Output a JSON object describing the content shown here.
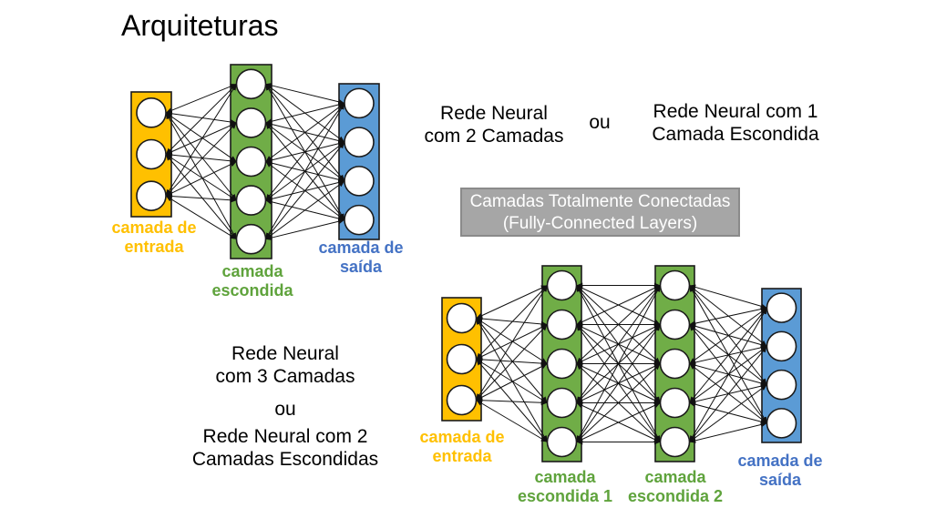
{
  "title": "Arquiteturas",
  "colors": {
    "input_fill": "#FFC000",
    "hidden_fill": "#70AD47",
    "output_fill": "#5B9BD5",
    "input_label": "#FFC000",
    "hidden_label": "#5FA33C",
    "output_label": "#4472C4",
    "connection_line": "#111111",
    "node_fill": "#FFFFFF",
    "node_stroke": "#1B1B1B",
    "box_background": "#A6A6A6",
    "box_border": "#8A8A8A",
    "box_text": "#FFFFFF",
    "body_text": "#000000"
  },
  "captions": {
    "two_layers": [
      "Rede Neural",
      "com 2 Camadas"
    ],
    "or_top": "ou",
    "one_hidden": [
      "Rede Neural com 1",
      "Camada Escondida"
    ],
    "three_layers": [
      "Rede Neural",
      "com 3 Camadas"
    ],
    "or_bottom": "ou",
    "two_hidden": [
      "Rede Neural com 2",
      "Camadas Escondidas"
    ]
  },
  "fully_connected_box": {
    "line1": "Camadas Totalmente Conectadas",
    "line2": "(Fully-Connected Layers)"
  },
  "network1": {
    "layers": [
      {
        "id": "input",
        "node_count": 3,
        "fill": "#FFC000",
        "label": [
          "camada de",
          "entrada"
        ],
        "label_color": "#FFC000"
      },
      {
        "id": "hidden",
        "node_count": 5,
        "fill": "#70AD47",
        "label": [
          "camada",
          "escondida"
        ],
        "label_color": "#5FA33C"
      },
      {
        "id": "output",
        "node_count": 4,
        "fill": "#5B9BD5",
        "label": [
          "camada de",
          "saída"
        ],
        "label_color": "#4472C4"
      }
    ]
  },
  "network2": {
    "layers": [
      {
        "id": "input",
        "node_count": 3,
        "fill": "#FFC000",
        "label": [
          "camada de",
          "entrada"
        ],
        "label_color": "#FFC000"
      },
      {
        "id": "hidden1",
        "node_count": 5,
        "fill": "#70AD47",
        "label": [
          "camada",
          "escondida 1"
        ],
        "label_color": "#5FA33C"
      },
      {
        "id": "hidden2",
        "node_count": 5,
        "fill": "#70AD47",
        "label": [
          "camada",
          "escondida 2"
        ],
        "label_color": "#5FA33C"
      },
      {
        "id": "output",
        "node_count": 4,
        "fill": "#5B9BD5",
        "label": [
          "camada de",
          "saída"
        ],
        "label_color": "#4472C4"
      }
    ]
  }
}
